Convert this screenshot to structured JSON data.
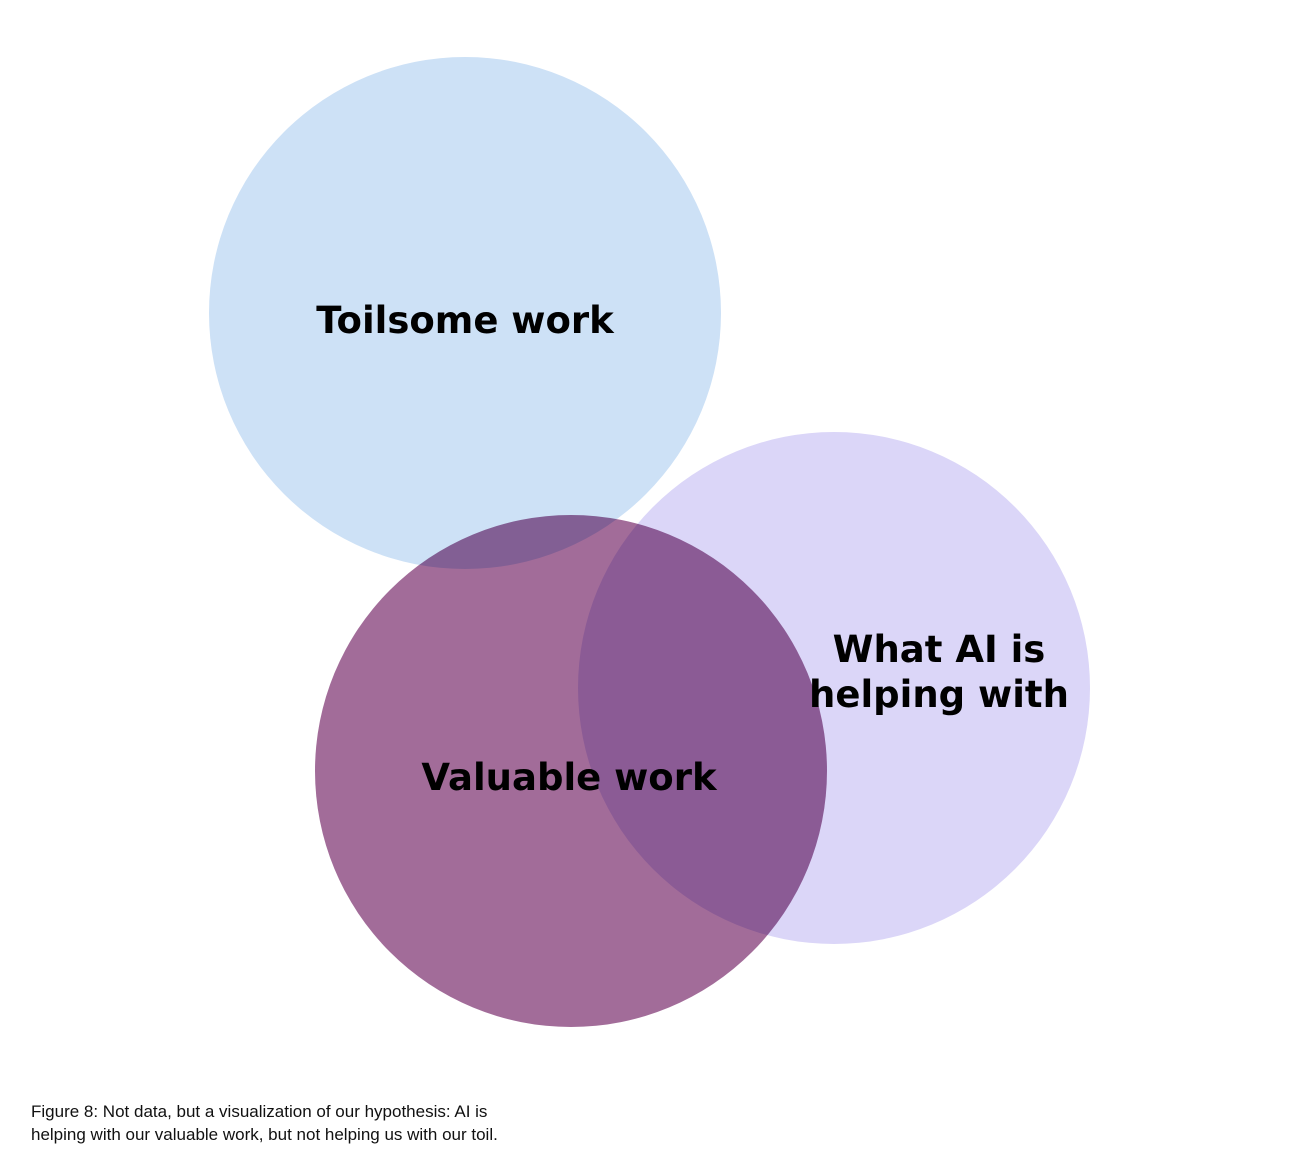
{
  "diagram": {
    "type": "venn",
    "sets": [
      {
        "id": "toil",
        "label": "Toilsome work",
        "color": "#cde1f6"
      },
      {
        "id": "ai",
        "label_lines": [
          "What AI is",
          "helping with"
        ],
        "color": "#dbd6f8"
      },
      {
        "id": "valuable",
        "label": "Valuable work",
        "color": "#a26c99"
      }
    ]
  },
  "caption": {
    "line1": "Figure 8: Not data, but a visualization of our hypothesis: AI is",
    "line2": "helping with our valuable work, but not helping us with our toil."
  }
}
